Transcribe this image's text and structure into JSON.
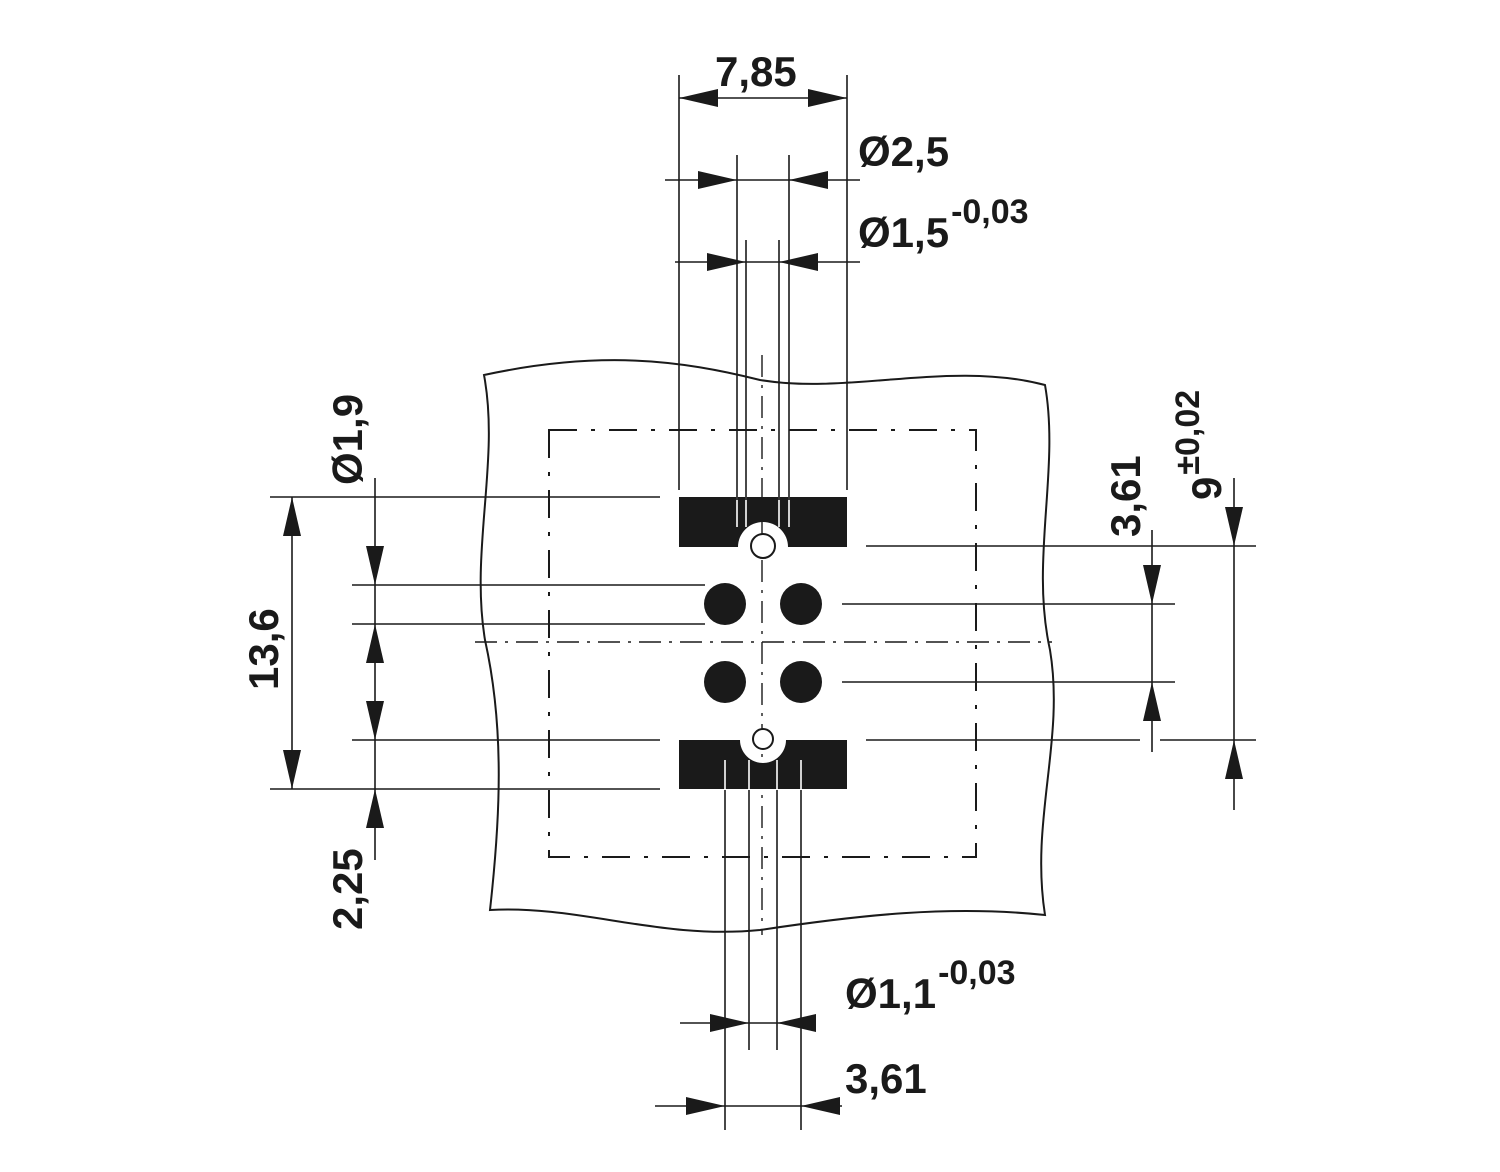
{
  "drawing": {
    "colors": {
      "line": "#1a1a1a",
      "background": "#ffffff"
    },
    "dimensions": {
      "top_width": "7,85",
      "outer_diameter": "Ø2,5",
      "inner_diameter": "Ø1,5",
      "inner_diameter_tol": "-0,03",
      "pin_diameter": "Ø1,9",
      "height": "13,6",
      "offset": "2,25",
      "right_spacing": "3,61",
      "right_pitch": "9",
      "right_pitch_tol": "±0,02",
      "bottom_diameter": "Ø1,1",
      "bottom_diameter_tol": "-0,03",
      "bottom_spacing": "3,61"
    }
  }
}
